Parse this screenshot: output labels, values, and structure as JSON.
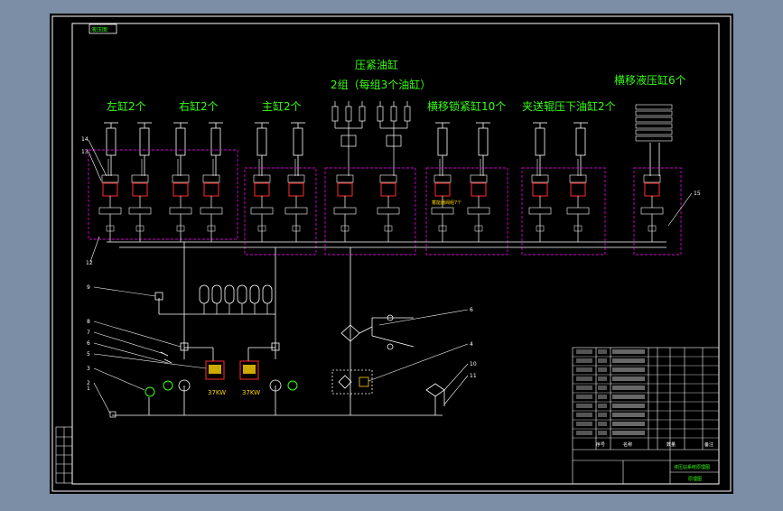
{
  "sheet": {
    "corner_tag": "液压图",
    "colors": {
      "canvas": "#000000",
      "frame": "#ffffff",
      "group_box": "#d400d4",
      "title_text": "#39ff14",
      "valve_red": "#ff2b2b",
      "line": "#ffffff",
      "note_yellow": "#ffd400"
    }
  },
  "groups": {
    "left_cyl": "左缸2个",
    "right_cyl": "右缸2个",
    "main_cyl": "主缸2个",
    "press_title": "压紧油缸",
    "press_sub": "2组（每组3个油缸）",
    "traverse_lock": "横移锁紧缸10个",
    "feed_roll": "夹送辊压下油缸2个",
    "traverse_motor": "横移液压缸6个"
  },
  "notes": {
    "mid_note": "蓄能器阀组7个"
  },
  "callouts": {
    "c14": "14",
    "c13": "13",
    "c12": "12",
    "c15": "15",
    "c9": "9",
    "c8": "8",
    "c7": "7",
    "c6": "6",
    "c5": "5",
    "c3": "3",
    "c2": "2",
    "c1": "1",
    "c4": "4",
    "c10": "10",
    "c11": "11"
  },
  "pumps": {
    "pump_a": "37KW",
    "pump_b": "37KW"
  },
  "title_block": {
    "project": "液压站系统原理图",
    "drawing": "原理图",
    "headers": [
      "序号",
      "名称",
      "数量",
      "备注"
    ]
  }
}
